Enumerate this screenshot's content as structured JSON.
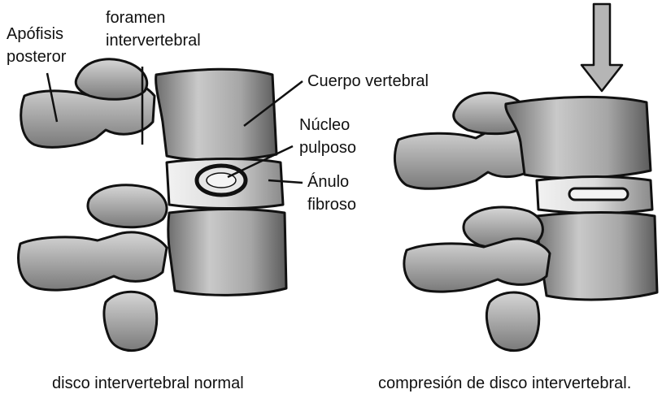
{
  "labels": {
    "apofisis_line1": "Apófisis",
    "apofisis_line2": "posteror",
    "foramen_line1": "foramen",
    "foramen_line2": "intervertebral",
    "cuerpo": "Cuerpo vertebral",
    "nucleo_line1": "Núcleo",
    "nucleo_line2": "pulposo",
    "anulo_line1": "Ánulo",
    "anulo_line2": "fibroso"
  },
  "captions": {
    "left": "disco intervertebral normal",
    "right": "compresión de disco intervertebral."
  },
  "colors": {
    "bone_light": "#d9d9d9",
    "bone_mid": "#a8a8a8",
    "bone_dark": "#5a5a5a",
    "outline": "#111111",
    "arrow_fill": "#b5b5b5"
  }
}
